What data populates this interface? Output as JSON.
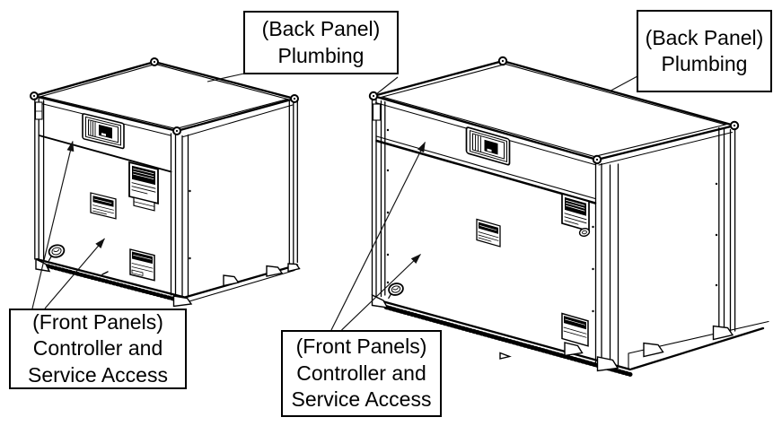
{
  "figure": {
    "background": "#ffffff",
    "ink": "#000000",
    "leader_color": "#111111",
    "callouts": {
      "back_panel_small_unit": {
        "lines": [
          "(Back Panel)",
          "Plumbing"
        ]
      },
      "back_panel_large_unit": {
        "lines": [
          "(Back Panel)",
          "Plumbing"
        ]
      },
      "front_panels_small_unit": {
        "lines": [
          "(Front Panels)",
          "Controller and",
          "Service Access"
        ]
      },
      "front_panels_large_unit": {
        "lines": [
          "(Front Panels)",
          "Controller and",
          "Service Access"
        ]
      }
    }
  }
}
